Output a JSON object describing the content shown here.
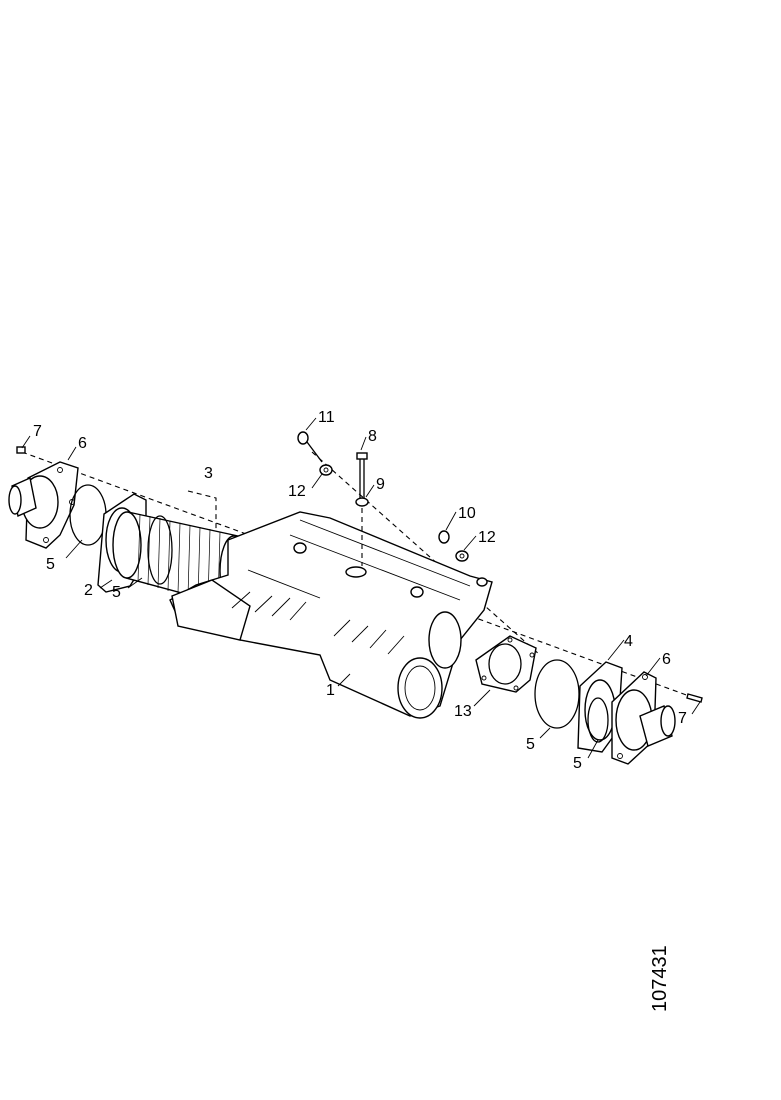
{
  "diagram": {
    "callouts": {
      "c1": "1",
      "c2": "2",
      "c3": "3",
      "c4": "4",
      "c5a": "5",
      "c5b": "5",
      "c5c": "5",
      "c5d": "5",
      "c6a": "6",
      "c6b": "6",
      "c7a": "7",
      "c7b": "7",
      "c8": "8",
      "c9": "9",
      "c10": "10",
      "c11": "11",
      "c12a": "12",
      "c12b": "12",
      "c13": "13"
    },
    "reference_number": "107431"
  }
}
